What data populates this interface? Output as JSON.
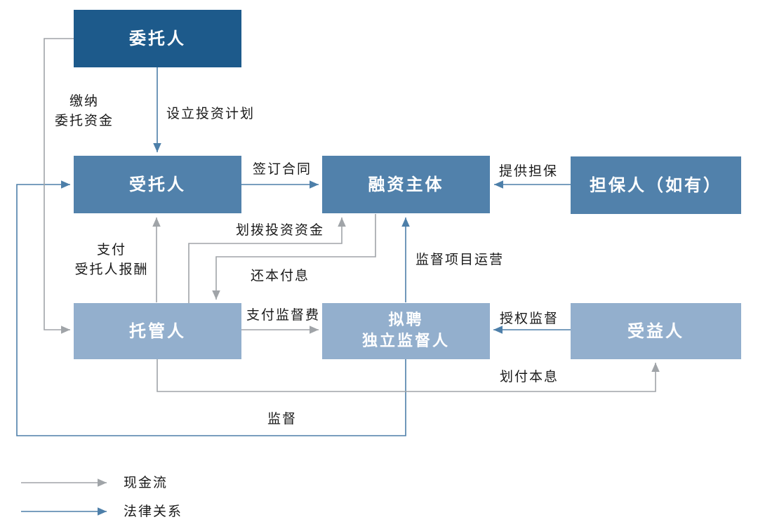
{
  "nodes": {
    "principal": {
      "label": "委托人"
    },
    "trustee": {
      "label": "受托人"
    },
    "financing_entity": {
      "label": "融资主体"
    },
    "guarantor": {
      "label": "担保人（如有）"
    },
    "custodian": {
      "label": "托管人"
    },
    "independent_supervisor": {
      "label": "拟聘\n独立监督人"
    },
    "beneficiary": {
      "label": "受益人"
    }
  },
  "edges": {
    "pay_entrusted_funds": {
      "label": "缴纳\n委托资金",
      "type": "cash",
      "from": "principal",
      "to": "custodian"
    },
    "setup_investment_plan": {
      "label": "设立投资计划",
      "type": "legal",
      "from": "principal",
      "to": "trustee"
    },
    "sign_contract": {
      "label": "签订合同",
      "type": "legal",
      "from": "trustee",
      "to": "financing_entity"
    },
    "provide_guarantee": {
      "label": "提供担保",
      "type": "legal",
      "from": "guarantor",
      "to": "financing_entity"
    },
    "allocate_investment_funds": {
      "label": "划拨投资资金",
      "type": "cash",
      "from": "custodian",
      "to": "financing_entity"
    },
    "pay_trustee_remuneration": {
      "label": "支付\n受托人报酬",
      "type": "cash",
      "from": "custodian",
      "to": "trustee"
    },
    "repay_principal_interest": {
      "label": "还本付息",
      "type": "cash",
      "from": "financing_entity",
      "to": "custodian"
    },
    "supervise_project_operation": {
      "label": "监督项目运营",
      "type": "legal",
      "from": "independent_supervisor",
      "to": "financing_entity"
    },
    "pay_supervision_fee": {
      "label": "支付监督费",
      "type": "cash",
      "from": "custodian",
      "to": "independent_supervisor"
    },
    "authorize_supervision": {
      "label": "授权监督",
      "type": "legal",
      "from": "beneficiary",
      "to": "independent_supervisor"
    },
    "transfer_principal_interest": {
      "label": "划付本息",
      "type": "cash",
      "from": "custodian",
      "to": "beneficiary"
    },
    "supervise": {
      "label": "监督",
      "type": "legal",
      "from": "independent_supervisor",
      "to": "trustee"
    }
  },
  "legend": {
    "cash_flow": "现金流",
    "legal_relation": "法律关系"
  },
  "colors": {
    "node_dark": "#1d5a8b",
    "node_mid": "#5181ab",
    "node_light": "#93afcd",
    "arrow_cash": "#a0a4a8",
    "arrow_legal": "#4d7fa9",
    "node_text": "#ffffff",
    "label_text": "#1a1a1a"
  }
}
